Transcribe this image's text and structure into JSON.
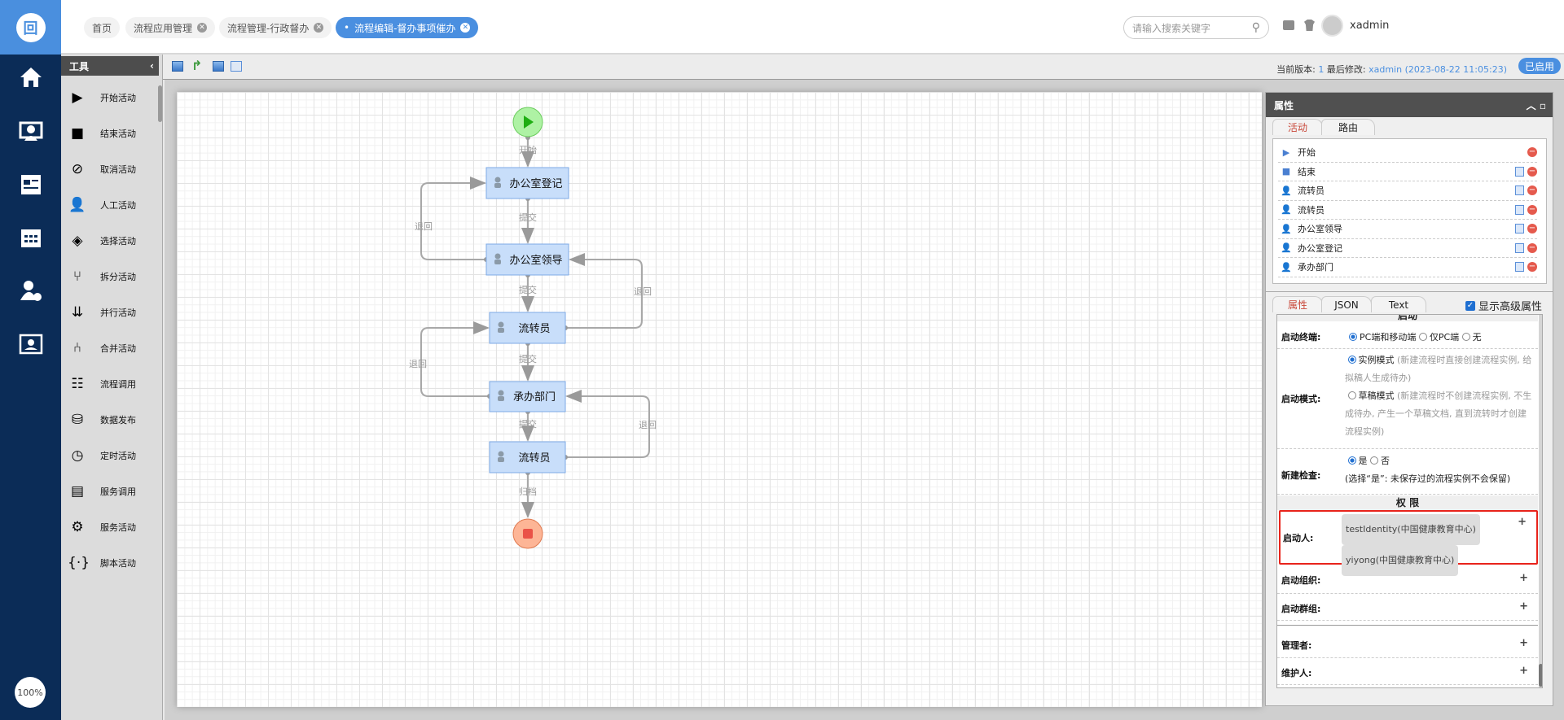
{
  "header": {
    "tabs": [
      {
        "label": "首页",
        "closable": false
      },
      {
        "label": "流程应用管理",
        "closable": true
      },
      {
        "label": "流程管理-行政督办",
        "closable": true
      },
      {
        "label": "流程编辑-督办事项催办",
        "closable": true,
        "active": true
      }
    ],
    "search_placeholder": "请输入搜索关键字",
    "username": "xadmin"
  },
  "nav": {
    "items": [
      "home-icon",
      "monitor-user-icon",
      "news-icon",
      "calendar-icon",
      "user-settings-icon",
      "service-icon"
    ],
    "zoom": "100%"
  },
  "tools": {
    "title": "工具",
    "items": [
      {
        "label": "开始活动",
        "icon": "▶"
      },
      {
        "label": "结束活动",
        "icon": "■"
      },
      {
        "label": "取消活动",
        "icon": "⊘"
      },
      {
        "label": "人工活动",
        "icon": "👤"
      },
      {
        "label": "选择活动",
        "icon": "◈"
      },
      {
        "label": "拆分活动",
        "icon": "⑂"
      },
      {
        "label": "并行活动",
        "icon": "⇊"
      },
      {
        "label": "合并活动",
        "icon": "⑃"
      },
      {
        "label": "流程调用",
        "icon": "☷"
      },
      {
        "label": "数据发布",
        "icon": "⛁"
      },
      {
        "label": "定时活动",
        "icon": "◷"
      },
      {
        "label": "服务调用",
        "icon": "▤"
      },
      {
        "label": "服务活动",
        "icon": "⚙"
      },
      {
        "label": "脚本活动",
        "icon": "{·}"
      }
    ]
  },
  "toolbar": {
    "version_label": "当前版本:",
    "version": "1",
    "modified_label": "最后修改:",
    "modified_by": "xadmin",
    "modified_time": "(2023-08-22 11:05:23)",
    "status": "已启用"
  },
  "diagram": {
    "start_label": "开始",
    "nodes": [
      "办公室登记",
      "办公室领导",
      "流转员",
      "承办部门",
      "流转员"
    ],
    "flows": {
      "start": "开始",
      "submit": "提交",
      "back": "退回",
      "archive": "归档"
    }
  },
  "props": {
    "title": "属性",
    "tabs": [
      "活动",
      "路由"
    ],
    "activities": [
      {
        "label": "开始",
        "type": "start"
      },
      {
        "label": "结束",
        "type": "end"
      },
      {
        "label": "流转员",
        "type": "manual"
      },
      {
        "label": "流转员",
        "type": "manual"
      },
      {
        "label": "办公室领导",
        "type": "manual"
      },
      {
        "label": "办公室登记",
        "type": "manual"
      },
      {
        "label": "承办部门",
        "type": "manual"
      }
    ],
    "tabs2": [
      "属性",
      "JSON",
      "Text"
    ],
    "show_advanced": "显示高级属性",
    "section_start": "启动",
    "terminal": {
      "label": "启动终端:",
      "options": [
        "PC端和移动端",
        "仅PC端",
        "无"
      ],
      "selected": 0
    },
    "mode": {
      "label": "启动模式:",
      "instance": "实例模式",
      "instance_hint": "(新建流程时直接创建流程实例, 给拟稿人生成待办)",
      "draft": "草稿模式",
      "draft_hint": "(新建流程时不创建流程实例, 不生成待办, 产生一个草稿文档, 直到流转时才创建流程实例)",
      "selected": "instance"
    },
    "check": {
      "label": "新建检查:",
      "yes": "是",
      "no": "否",
      "hint": "(选择“是”: 未保存过的流程实例不会保留)",
      "selected": "yes"
    },
    "section_perm": "权 限",
    "starters": {
      "label": "启动人:",
      "values": [
        "testIdentity(中国健康教育中心)",
        "yiyong(中国健康教育中心)"
      ]
    },
    "start_org": "启动组织:",
    "start_group": "启动群组:",
    "manager": "管理者:",
    "maintainer": "维护人:",
    "highlight_color": "#e8231b"
  }
}
